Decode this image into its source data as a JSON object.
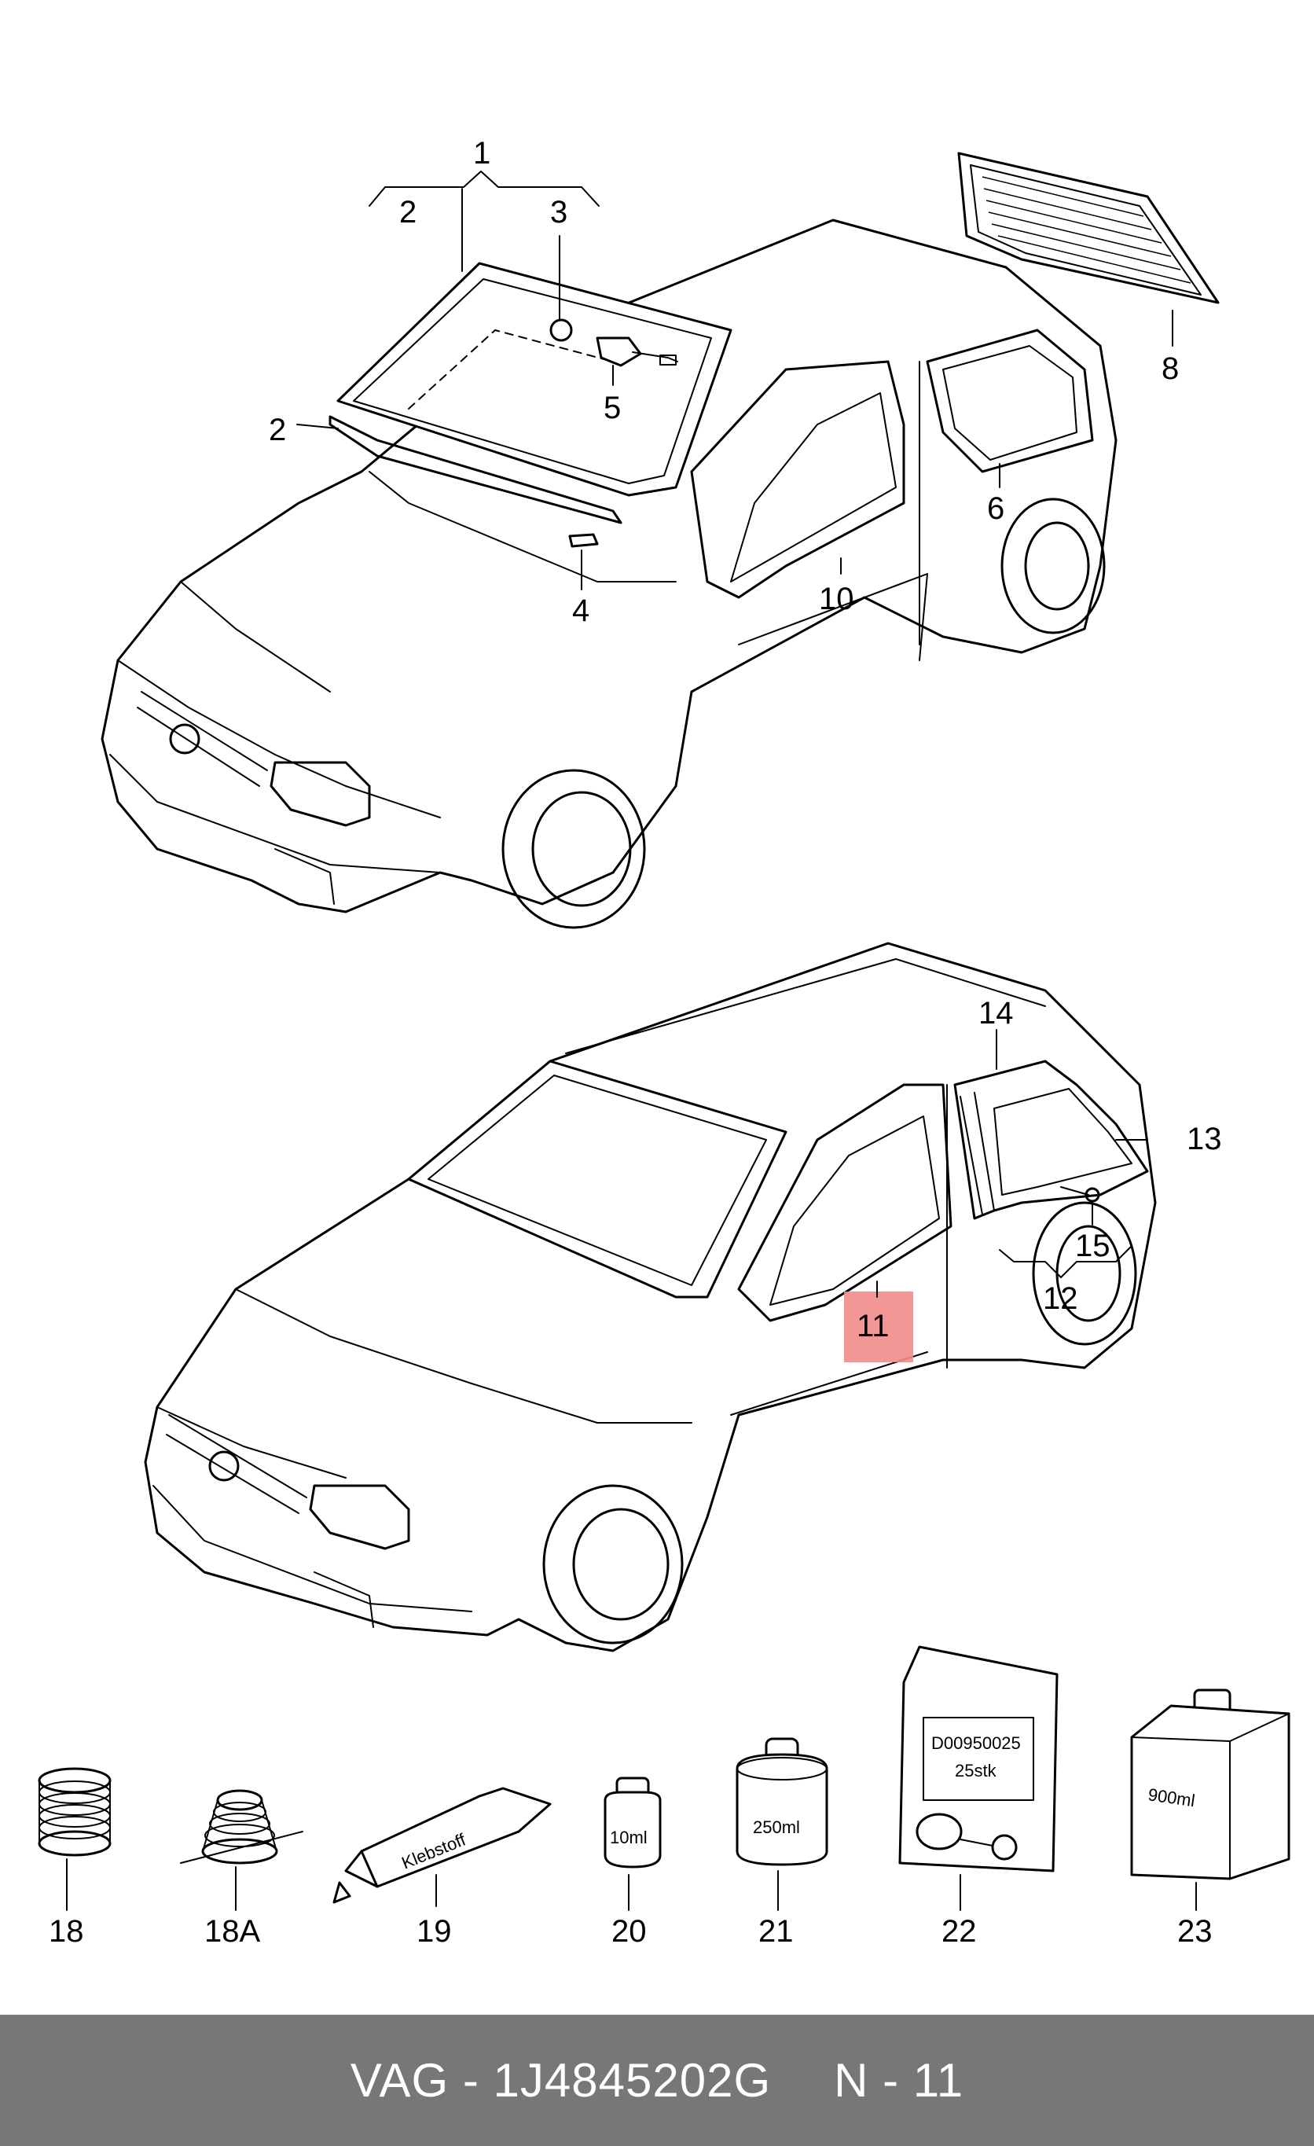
{
  "callouts": {
    "c1": "1",
    "c2a": "2",
    "c2b": "2",
    "c3": "3",
    "c4": "4",
    "c5": "5",
    "c6": "6",
    "c8": "8",
    "c10": "10",
    "c11": "11",
    "c12": "12",
    "c13": "13",
    "c14": "14",
    "c15": "15",
    "c18": "18",
    "c18a": "18A",
    "c19": "19",
    "c20": "20",
    "c21": "21",
    "c22": "22",
    "c23": "23"
  },
  "product_labels": {
    "tube": "Klebstoff",
    "bottle_small": "10ml",
    "can_medium": "250ml",
    "bag_code": "D00950025",
    "bag_qty": "25stk",
    "canister": "900ml"
  },
  "highlight": {
    "part": "11",
    "color": "#f28b8b"
  },
  "footer": {
    "brand": "VAG",
    "separator": "-",
    "part_number": "1J4845202G",
    "position": "N - 11",
    "background_color": "#777777"
  }
}
